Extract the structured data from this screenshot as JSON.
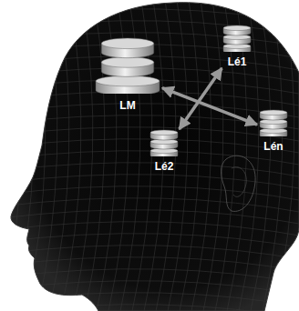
{
  "diagram": {
    "nodes": [
      {
        "text": [
          "LM"
        ]
      },
      {
        "text": [
          "Lé1"
        ]
      },
      {
        "text": [
          "Lé2"
        ]
      },
      {
        "text": [
          "Lén"
        ]
      }
    ],
    "edges": [
      {
        "from": 0,
        "to": 3,
        "arrow": "both"
      },
      {
        "from": 1,
        "to": 2,
        "arrow": "both"
      }
    ]
  }
}
